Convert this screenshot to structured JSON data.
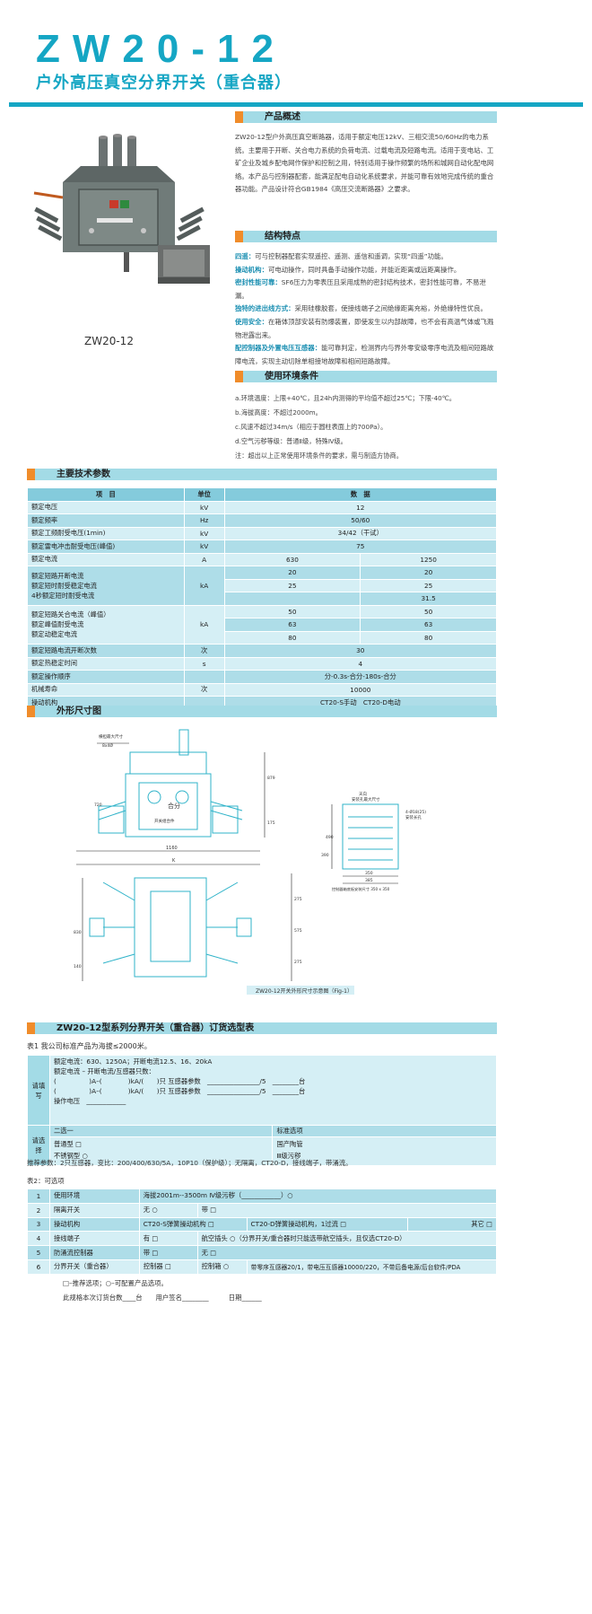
{
  "header": {
    "model": "ZW20-12",
    "subtitle": "户外高压真空分界开关（重合器）"
  },
  "photo_caption": "ZW20-12",
  "overview": {
    "title": "产品概述",
    "text": "ZW20-12型户外高压真空断路器，适用于额定电压12kV、三相交流50/60Hz的电力系统。主要用于开断、关合电力系统的负荷电流、过载电流及短路电流。适用于变电站、工矿企业及城乡配电网作保护和控制之用，特别适用于操作频繁的场所和城网自动化配电网络。本产品与控制器配套，能满足配电自动化系统要求，并能可靠有效地完成传统的重合器功能。产品设计符合GB1984《高压交流断路器》之要求。"
  },
  "structure": {
    "title": "结构特点",
    "items": [
      {
        "label": "四遥：",
        "text": "可与控制器配套实现遥控、遥测、遥信和遥调，实现“四遥”功能。"
      },
      {
        "label": "操动机构：",
        "text": "可电动操作，同时具备手动操作功能，并能近距离或远距离操作。"
      },
      {
        "label": "密封性能可靠：",
        "text": "SF6压力为零表压且采用成熟的密封结构技术，密封性能可靠，不易泄漏。"
      },
      {
        "label": "独特的进出线方式：",
        "text": "采用硅橡胶套，使接线端子之间绝缘距离充裕，外绝缘特性优良。"
      },
      {
        "label": "使用安全：",
        "text": "在箱体顶部安装有防爆装置，即使发生以内部故障，也不会有高温气体或飞溅物泄露出来。"
      },
      {
        "label": "配控制器及外置电压互感器：",
        "text": "能可靠判定，检测界内与界外零安级零序电流及相间短路故障电流，实现主动切除单相接地故障和相间短路故障。"
      }
    ]
  },
  "environment": {
    "title": "使用环境条件",
    "items": [
      "a.环境温度：上限+40℃，且24h内测得的平均值不超过25℃；下限-40℃。",
      "b.海拔高度：不超过2000m。",
      "c.风速不超过34m/s（相应于圆柱表面上的700Pa）。",
      "d.空气污秽等级：普通Ⅱ级，特殊Ⅳ级。",
      "注：超出以上正常使用环境条件的要求，需与制造方协商。"
    ]
  },
  "specs": {
    "title": "主要技术参数",
    "headers": [
      "项　目",
      "单位",
      "数　据"
    ],
    "rows": [
      [
        "额定电压",
        "kV",
        "12"
      ],
      [
        "额定频率",
        "Hz",
        "50/60"
      ],
      [
        "额定工频耐受电压(1min)",
        "kV",
        "34/42（干试）"
      ],
      [
        "额定雷电冲击耐受电压(峰值)",
        "kV",
        "75"
      ]
    ],
    "current_row": [
      "额定电流",
      "A",
      "630",
      "1250"
    ],
    "group1": {
      "items": [
        "额定短路开断电流",
        "额定短时耐受稳定电流",
        "4秒额定短时耐受电流"
      ],
      "unit": "kA",
      "a": [
        "20",
        "25",
        ""
      ],
      "b": [
        "20",
        "25",
        "31.5"
      ]
    },
    "group2": {
      "items": [
        "额定短路关合电流（峰值）",
        "额定峰值耐受电流",
        "额定动稳定电流"
      ],
      "unit": "kA",
      "a": [
        "50",
        "63",
        "80"
      ],
      "b": [
        "50",
        "63",
        "80"
      ]
    },
    "rows2": [
      [
        "额定短路电流开断次数",
        "次",
        "30"
      ],
      [
        "额定热稳定时间",
        "s",
        "4"
      ],
      [
        "额定操作顺序",
        "",
        "分-0.3s-合分-180s-合分"
      ],
      [
        "机械寿命",
        "次",
        "10000"
      ],
      [
        "操动机构",
        "",
        "CT20-S手动　CT20-D电动"
      ]
    ]
  },
  "dimensions": {
    "title": "外形尺寸图",
    "labels": {
      "top_note": "横担最大尺寸",
      "top_dim": "8x4Ø",
      "width": "1160",
      "k": "K",
      "right_top": "天向",
      "right_sub": "安装孔最大尺寸",
      "mount": "4-Ø18(25)",
      "mount_sub": "安装长孔",
      "d490": "490",
      "d350": "350",
      "d390": "390",
      "d385": "385",
      "right_caption": "控制器箱底板安装尺寸 350 x 350",
      "open_close": "合分",
      "device_label": "开关组合件",
      "v275a": "275",
      "v275b": "275",
      "v575": "575",
      "v720": "720",
      "v175": "175",
      "v879": "879",
      "v140": "140",
      "v830": "830"
    },
    "caption": "ZW20-12开关外形尺寸示意图（Fig-1）"
  },
  "order": {
    "title": "ZW20-12型系列分界开关（重合器）订货选型表",
    "table1_note": "表1  我公司标准产品为海拔≤2000米。",
    "fill_label": "请填写",
    "fill_lines": [
      "额定电流：630、1250A；开断电流12.5、16、20kA",
      "额定电流 – 开断电流/互感器只数：",
      "(　　　　　)A–(　　　　)kA/(　　)只 互感器参数　________________/5　________台",
      "(　　　　　)A–(　　　　)kA/(　　)只 互感器参数　________________/5　________台",
      "操作电压　____________"
    ],
    "choose_label": "请选择",
    "choose_head_left": "二选一",
    "choose_head_right": "标准选项",
    "choose_left": [
      "普通型 □",
      "不锈钢型 ○"
    ],
    "choose_right": [
      "国产陶管",
      "Ⅲ级污秽"
    ],
    "recommend": "推荐参数：2只互感器，变比：200/400/630/5A，10P10（保护级）；无隔离，CT20-D，接线端子，带涌流。",
    "table2_label": "表2：可选项",
    "opts": [
      [
        "1",
        "使用环境",
        "海拔2001m--3500m Ⅳ级污秽（____________）○"
      ],
      [
        "2",
        "隔离开关",
        "无 ○",
        "带 □"
      ],
      [
        "3",
        "操动机构",
        "CT20-S弹簧操动机构 □",
        "CT20-D弹簧操动机构，1过流 □",
        "其它 □"
      ],
      [
        "4",
        "接线端子",
        "有 □",
        "航空插头 ○（分界开关/重合器时只能选带航空插头，且仅选CT20-D）"
      ],
      [
        "5",
        "防涌流控制器",
        "带 □",
        "无 □"
      ],
      [
        "6",
        "分界开关（重合器）",
        "控制器 □",
        "控制箱 ○",
        "带零序互感器20/1，带电压互感器10000/220，不带后备电源/后台软件/PDA"
      ]
    ],
    "legend": "□–推荐选项；○–可配置产品选项。",
    "sign": "此规格本次订货台数____台　　用户签名________　　　日期______"
  },
  "colors": {
    "accent": "#15a6c4",
    "orange": "#f08c2a",
    "band": "#a3dbe6"
  }
}
